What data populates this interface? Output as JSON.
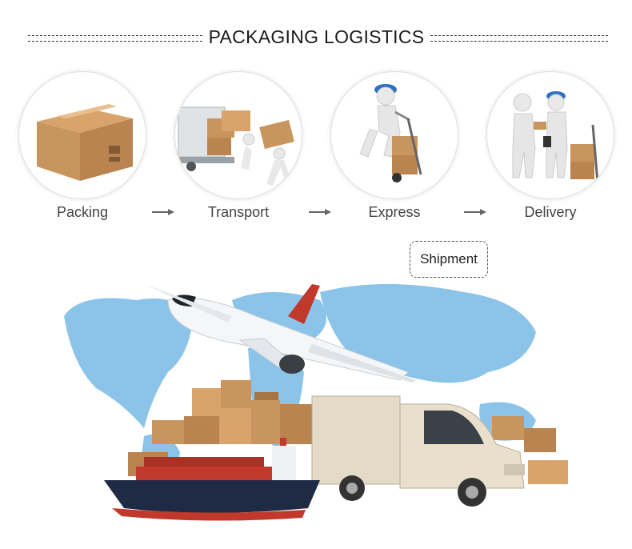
{
  "header": {
    "title": "PACKAGING LOGISTICS"
  },
  "steps": [
    {
      "label": "Packing",
      "icon": "cardboard-box-icon"
    },
    {
      "label": "Transport",
      "icon": "truck-loading-icon"
    },
    {
      "label": "Express",
      "icon": "hand-truck-courier-icon"
    },
    {
      "label": "Delivery",
      "icon": "package-handover-icon"
    }
  ],
  "shipment": {
    "label": "Shipment"
  },
  "colors": {
    "box": "#c8955e",
    "box_dark": "#a87440",
    "map": "#8cc3e8",
    "ship_hull": "#1f2a44",
    "ship_deck": "#c0392b",
    "van": "#e3dac8",
    "plane": "#f4f6f8"
  }
}
